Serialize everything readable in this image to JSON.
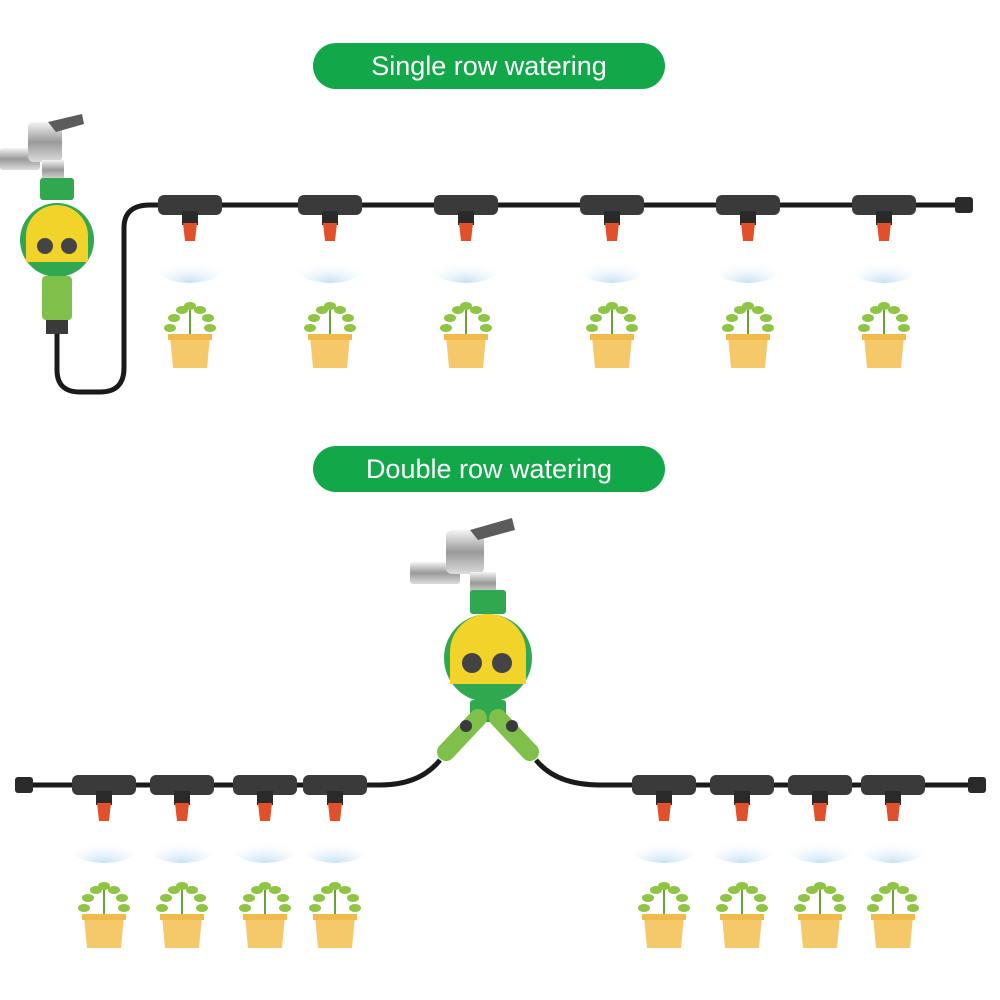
{
  "titles": {
    "single": "Single row watering",
    "double": "Double row watering"
  },
  "colors": {
    "pill": "#12a84a",
    "pipe": "#1a1a1a",
    "emitter_body": "#3a3a3a",
    "nozzle": "#e0502a",
    "pot": "#f5c96a",
    "leaf": "#8fc445",
    "timer_body": "#2fa84f",
    "timer_face": "#f1d32a",
    "spray": "#cfe6f7"
  },
  "single_row": {
    "emitters": 6
  },
  "double_row": {
    "left_emitters": 4,
    "right_emitters": 4
  }
}
